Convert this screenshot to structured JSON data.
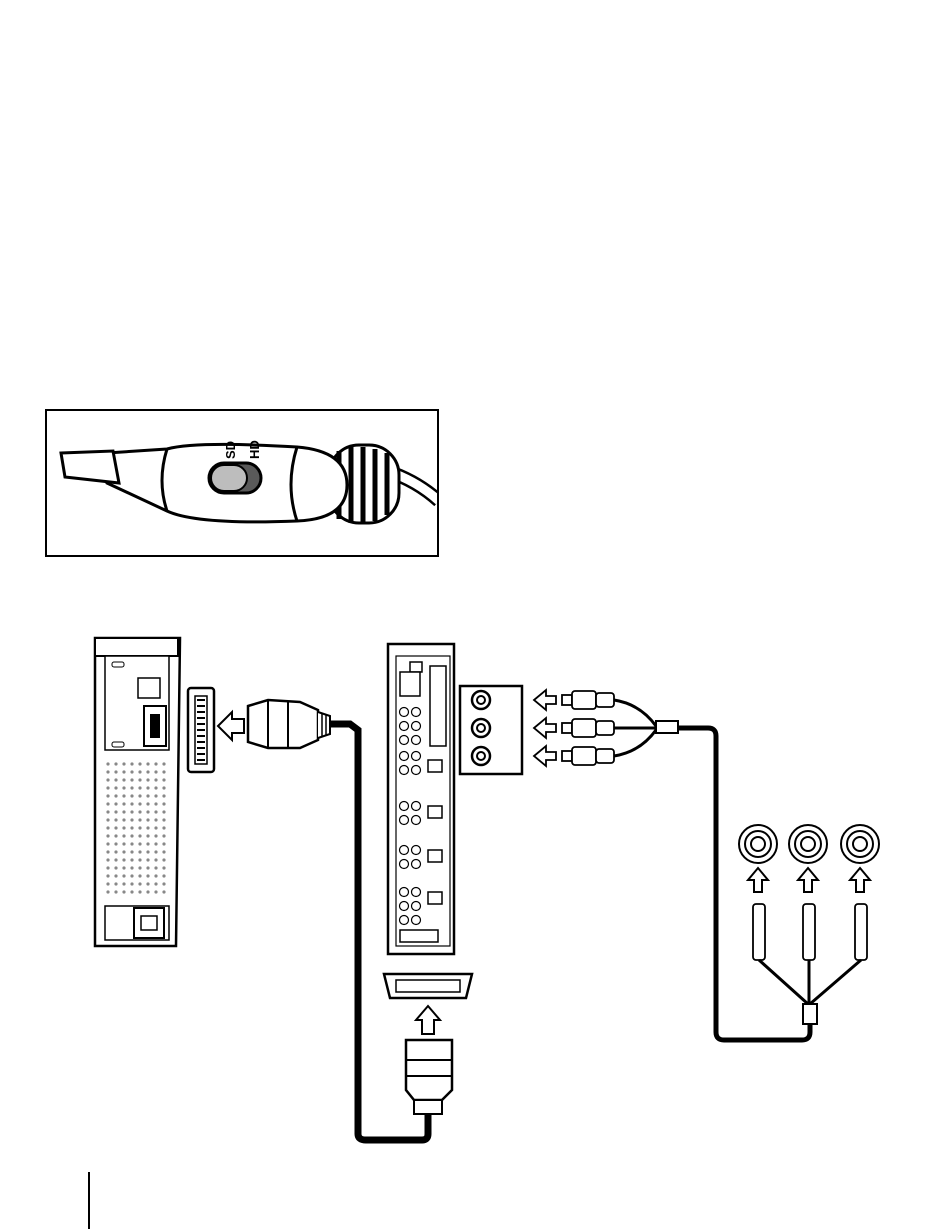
{
  "inset": {
    "switch_label_sd": "SD",
    "switch_label_hd": "HD"
  },
  "colors": {
    "ink": "#000000",
    "paper": "#ffffff",
    "switch_gray": "#bdbdbd",
    "switch_dark": "#5a5a5a"
  },
  "icons": [
    "hd-av-cable-connector",
    "sd-hd-switch",
    "console-rear-panel",
    "av-receiver-rear-panel",
    "scart-connector",
    "rca-jack",
    "rca-plug",
    "insert-arrow"
  ]
}
